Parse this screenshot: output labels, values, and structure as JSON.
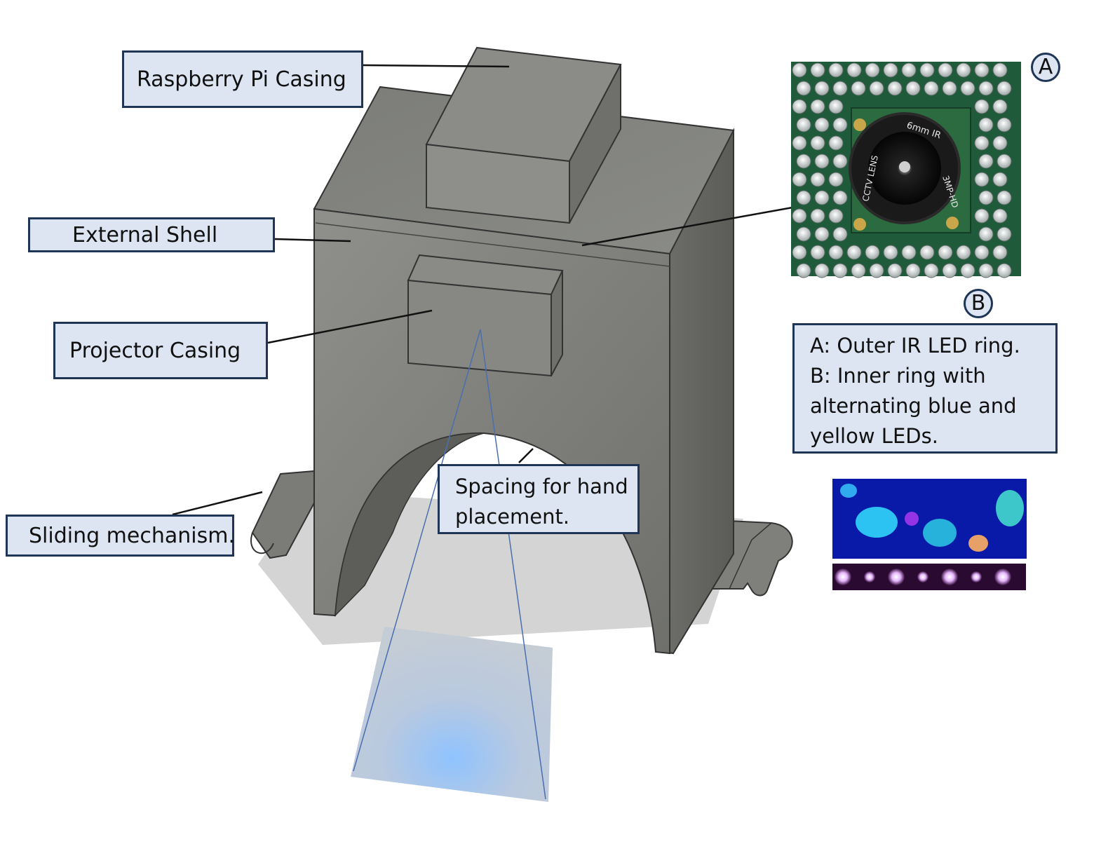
{
  "labels": {
    "raspberry_pi_casing": "Raspberry Pi Casing",
    "external_shell": "External Shell",
    "projector_casing": "Projector Casing",
    "sliding_mechanism": "Sliding mechanism.",
    "hand_spacing_line1": "Spacing for hand",
    "hand_spacing_line2": "placement."
  },
  "markers": {
    "a": "A",
    "b": "B"
  },
  "legend": {
    "line1": "A: Outer IR LED ring.",
    "line2": "B: Inner ring with",
    "line3": "alternating blue and",
    "line4": "yellow LEDs."
  },
  "camera_board": {
    "lens_top_text": "6mm IR",
    "lens_left_text": "CCTV LENS",
    "lens_right_text": "3MP-HD"
  },
  "colors": {
    "label_fill": "#dde5f3",
    "label_border": "#1f3556",
    "device_gray": "#8a8a86",
    "pcb_green": "#1f5a3a"
  }
}
